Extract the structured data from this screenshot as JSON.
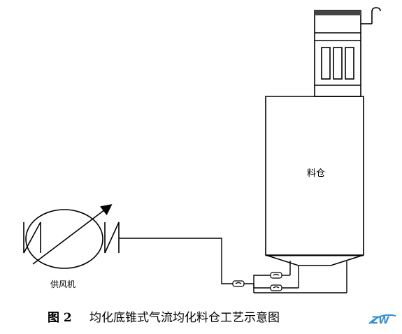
{
  "diagram": {
    "labels": {
      "silo": "料仓",
      "blower": "供风机"
    },
    "caption": {
      "figure_no": "图 2",
      "title": "均化底锥式气流均化料仓工艺示意图"
    },
    "logo": {
      "text": "ZW",
      "color": "#3a8fd1"
    },
    "icons": [
      "blower-icon",
      "valve-icon",
      "dust-collector-icon",
      "silo-icon"
    ]
  }
}
